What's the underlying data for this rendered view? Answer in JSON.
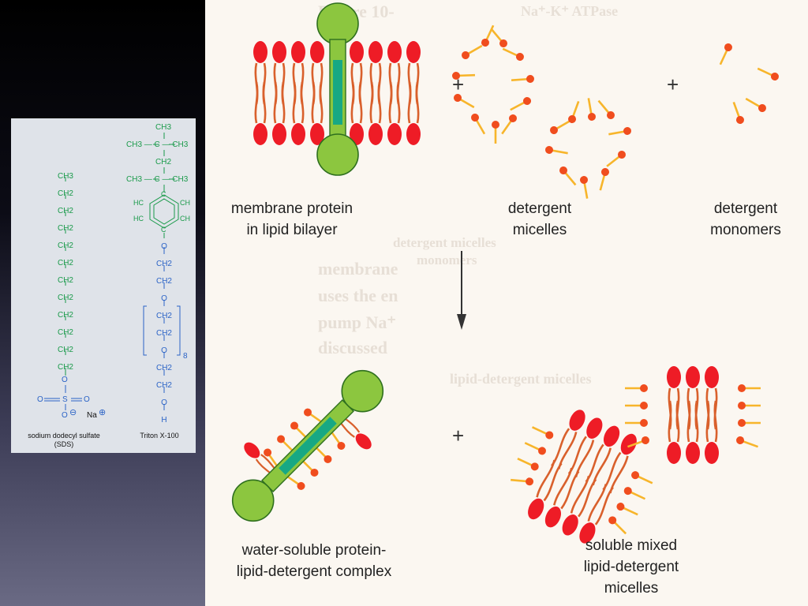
{
  "diagram": {
    "labels": {
      "membrane_protein": [
        "membrane protein",
        "in lipid bilayer"
      ],
      "detergent_micelles": [
        "detergent",
        "micelles"
      ],
      "detergent_monomers": [
        "detergent",
        "monomers"
      ],
      "complex": [
        "water-soluble protein-",
        "lipid-detergent complex"
      ],
      "mixed_micelles": [
        "soluble mixed",
        "lipid-detergent",
        "micelles"
      ],
      "plus": "+"
    },
    "background_text": [
      "Figure 10-",
      "lipid-detergent micelles",
      "Na⁺-K⁺ ATPase",
      "detergent micelles",
      "monomers",
      "membrane",
      "uses the en",
      "pump Na⁺",
      "discussed"
    ]
  },
  "structures": {
    "sds": {
      "chain": [
        "CH3",
        "CH2",
        "CH2",
        "CH2",
        "CH2",
        "CH2",
        "CH2",
        "CH2",
        "CH2",
        "CH2",
        "CH2",
        "CH2"
      ],
      "head_s": "S",
      "head_o": "O",
      "o_minus": "O",
      "minus": "⊖",
      "na": "Na",
      "plus": "⊕",
      "name": [
        "sodium dodecyl sulfate",
        "(SDS)"
      ]
    },
    "triton": {
      "tail_top": "CH3",
      "tail_row1": "CH3 — C — CH3",
      "tail_ch2": "CH2",
      "tail_row2": "CH3 — C — CH3",
      "ring_c": "C",
      "ring_hc": "HC",
      "ring_ch": "CH",
      "chain": [
        "O",
        "CH2",
        "CH2",
        "O",
        "CH2",
        "CH2",
        "O",
        "CH2",
        "CH2",
        "O",
        "H"
      ],
      "repeat": "8",
      "name": "Triton X-100"
    }
  },
  "colors": {
    "head": "#ee1c26",
    "tail": "#d9602c",
    "protein_green": "#8cc63f",
    "protein_dark": "#1a7a3a",
    "helix_teal": "#17a884",
    "detergent_head": "#f04d1e",
    "detergent_tail": "#f7b52b",
    "chem_green": "#1a9a4a",
    "chem_blue": "#2b63c6"
  }
}
